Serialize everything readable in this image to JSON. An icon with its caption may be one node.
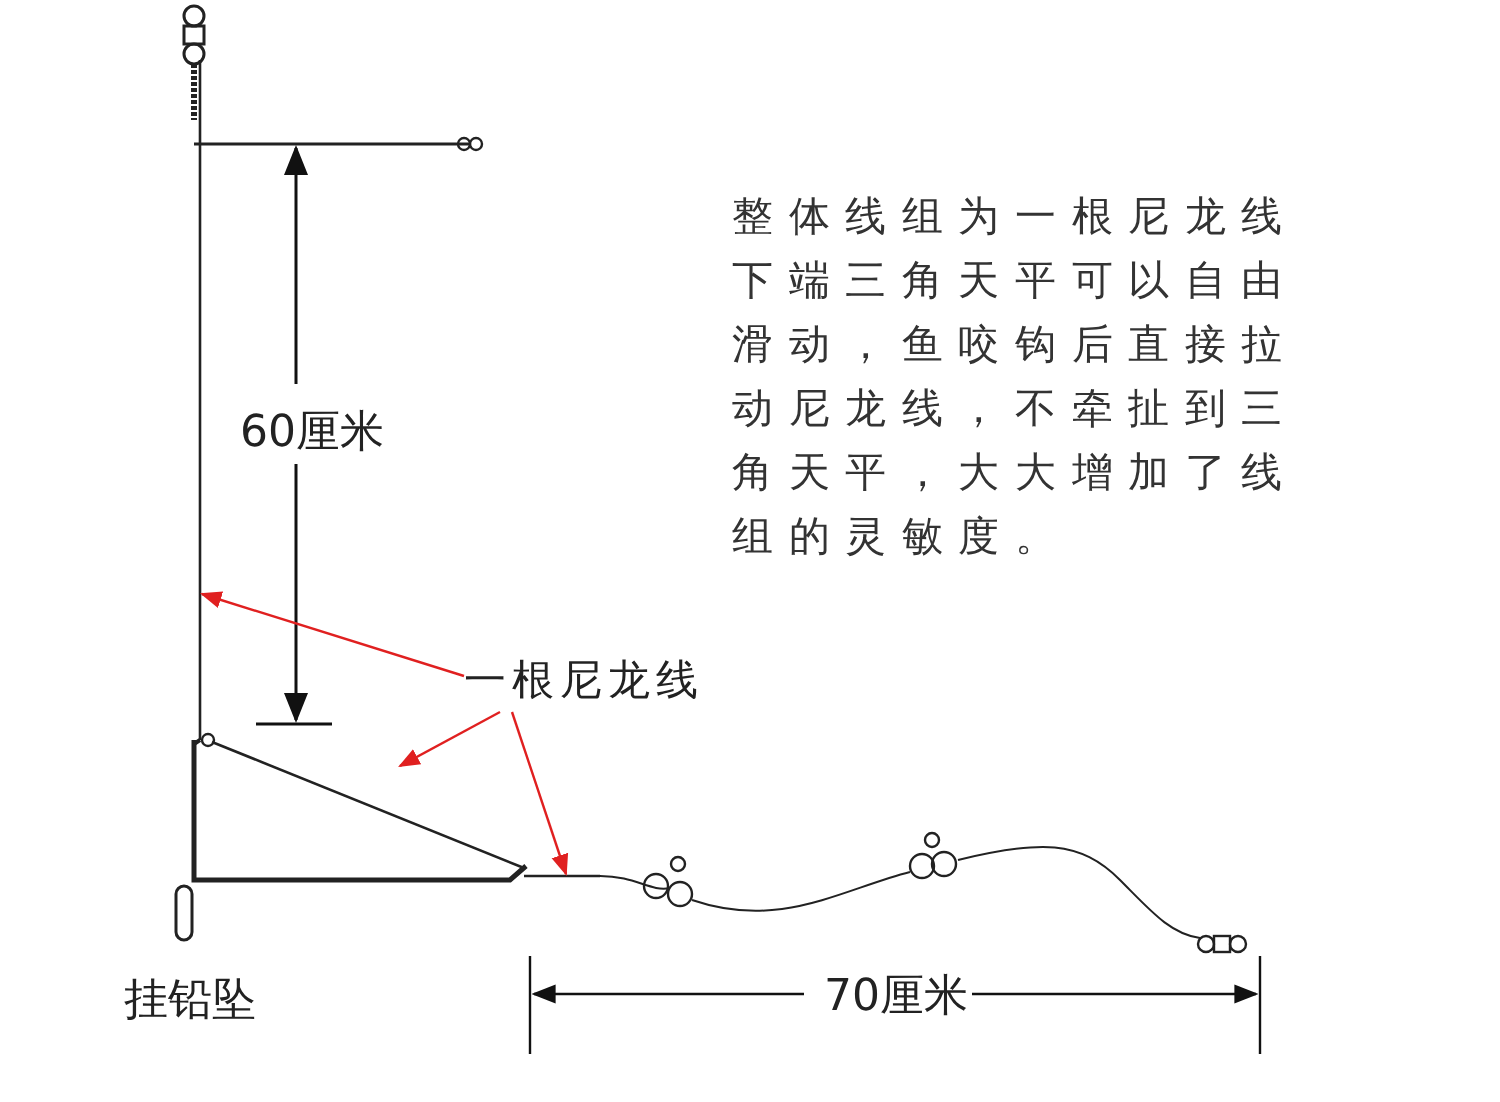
{
  "diagram": {
    "nodes": [
      {
        "text": [
          "一根尼龙线"
        ]
      },
      {
        "text": [],
        "shape": "line"
      },
      {
        "text": [],
        "shape": "line"
      },
      {
        "text": [],
        "shape": "line"
      }
    ],
    "edges": [
      {
        "from": 0,
        "to": 1,
        "arrow": "to"
      },
      {
        "from": 0,
        "to": 2,
        "arrow": "to"
      },
      {
        "from": 0,
        "to": 3,
        "arrow": "to"
      }
    ],
    "labels": [
      "整体线组为一根尼龙线下端三角天平可以自由滑动，鱼咬钩后直接拉动尼龙线，不牵扯到三角天平，大大增加了线组的灵敏度。",
      "60厘米",
      "70厘米",
      "挂铅坠"
    ]
  }
}
